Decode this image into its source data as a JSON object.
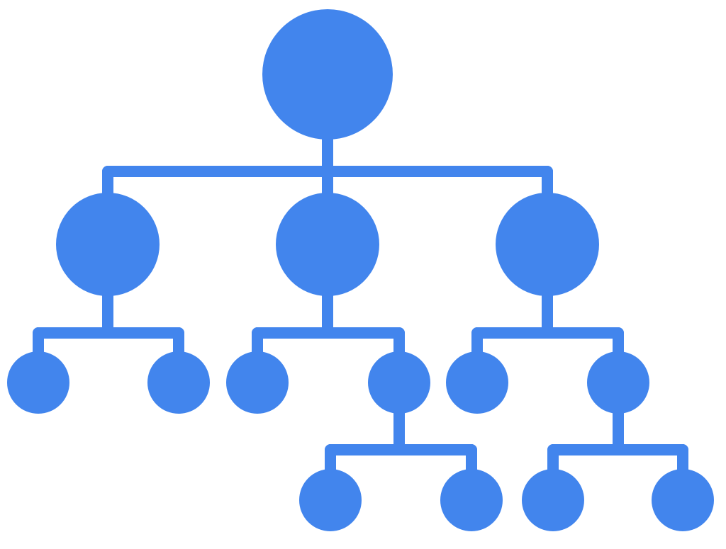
{
  "diagram": {
    "type": "hierarchy-tree",
    "color": "#4285ED",
    "background": "#FFFFFF",
    "nodes": [
      {
        "id": "root",
        "level": 0
      },
      {
        "id": "l1-left",
        "level": 1,
        "parent": "root"
      },
      {
        "id": "l1-center",
        "level": 1,
        "parent": "root"
      },
      {
        "id": "l1-right",
        "level": 1,
        "parent": "root"
      },
      {
        "id": "l2-left-a",
        "level": 2,
        "parent": "l1-left"
      },
      {
        "id": "l2-left-b",
        "level": 2,
        "parent": "l1-left"
      },
      {
        "id": "l2-center-a",
        "level": 2,
        "parent": "l1-center"
      },
      {
        "id": "l2-center-b",
        "level": 2,
        "parent": "l1-center"
      },
      {
        "id": "l2-right-a",
        "level": 2,
        "parent": "l1-right"
      },
      {
        "id": "l2-right-b",
        "level": 2,
        "parent": "l1-right"
      },
      {
        "id": "l3-center-b-a",
        "level": 3,
        "parent": "l2-center-b"
      },
      {
        "id": "l3-center-b-b",
        "level": 3,
        "parent": "l2-center-b"
      },
      {
        "id": "l3-right-b-a",
        "level": 3,
        "parent": "l2-right-b"
      },
      {
        "id": "l3-right-b-b",
        "level": 3,
        "parent": "l2-right-b"
      }
    ]
  }
}
